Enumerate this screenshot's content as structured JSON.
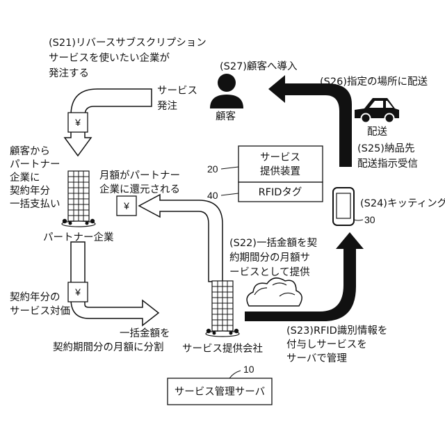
{
  "steps": {
    "s21": [
      "(S21)リバースサブスクリプション",
      "サービスを使いたい企業が",
      "発注する"
    ],
    "s22": [
      "(S22)一括金額を契",
      "約期間分の月額サ",
      "ービスとして提供"
    ],
    "s23": [
      "(S23)RFID識別情報を",
      "付与しサービスを",
      "サーバで管理"
    ],
    "s24": "(S24)キッティング",
    "s25": [
      "(S25)納品先",
      "配送指示受信"
    ],
    "s26": "(S26)指定の場所に配送",
    "s27": "(S27)顧客へ導入"
  },
  "labels": {
    "service_order": [
      "サービス",
      "発注"
    ],
    "customer": "顧客",
    "delivery": "配送",
    "prepay": [
      "顧客から",
      "パートナー",
      "企業に",
      "契約年分",
      "一括支払い"
    ],
    "partner_company": "パートナー企業",
    "monthly_return": [
      "月額がパートナー",
      "企業に還元される"
    ],
    "contract_value": [
      "契約年分の",
      "サービス対価"
    ],
    "split": [
      "一括金額を",
      "契約期間分の月額に分割"
    ],
    "provider_company": "サービス提供会社"
  },
  "yen_symbol": "¥",
  "devices": {
    "service_device": [
      "サービス",
      "提供装置"
    ],
    "service_device_ref": "20",
    "rfid_tag": "RFIDタグ",
    "rfid_tag_ref": "40",
    "terminal_ref": "30"
  },
  "server": {
    "label": "サービス管理サーバ",
    "ref": "10"
  },
  "colors": {
    "ink": "#111111",
    "paper": "#ffffff"
  },
  "icons": [
    "person-icon",
    "car-icon",
    "smartphone-icon",
    "cloud-icon",
    "building-icon",
    "yen-document-icon"
  ]
}
